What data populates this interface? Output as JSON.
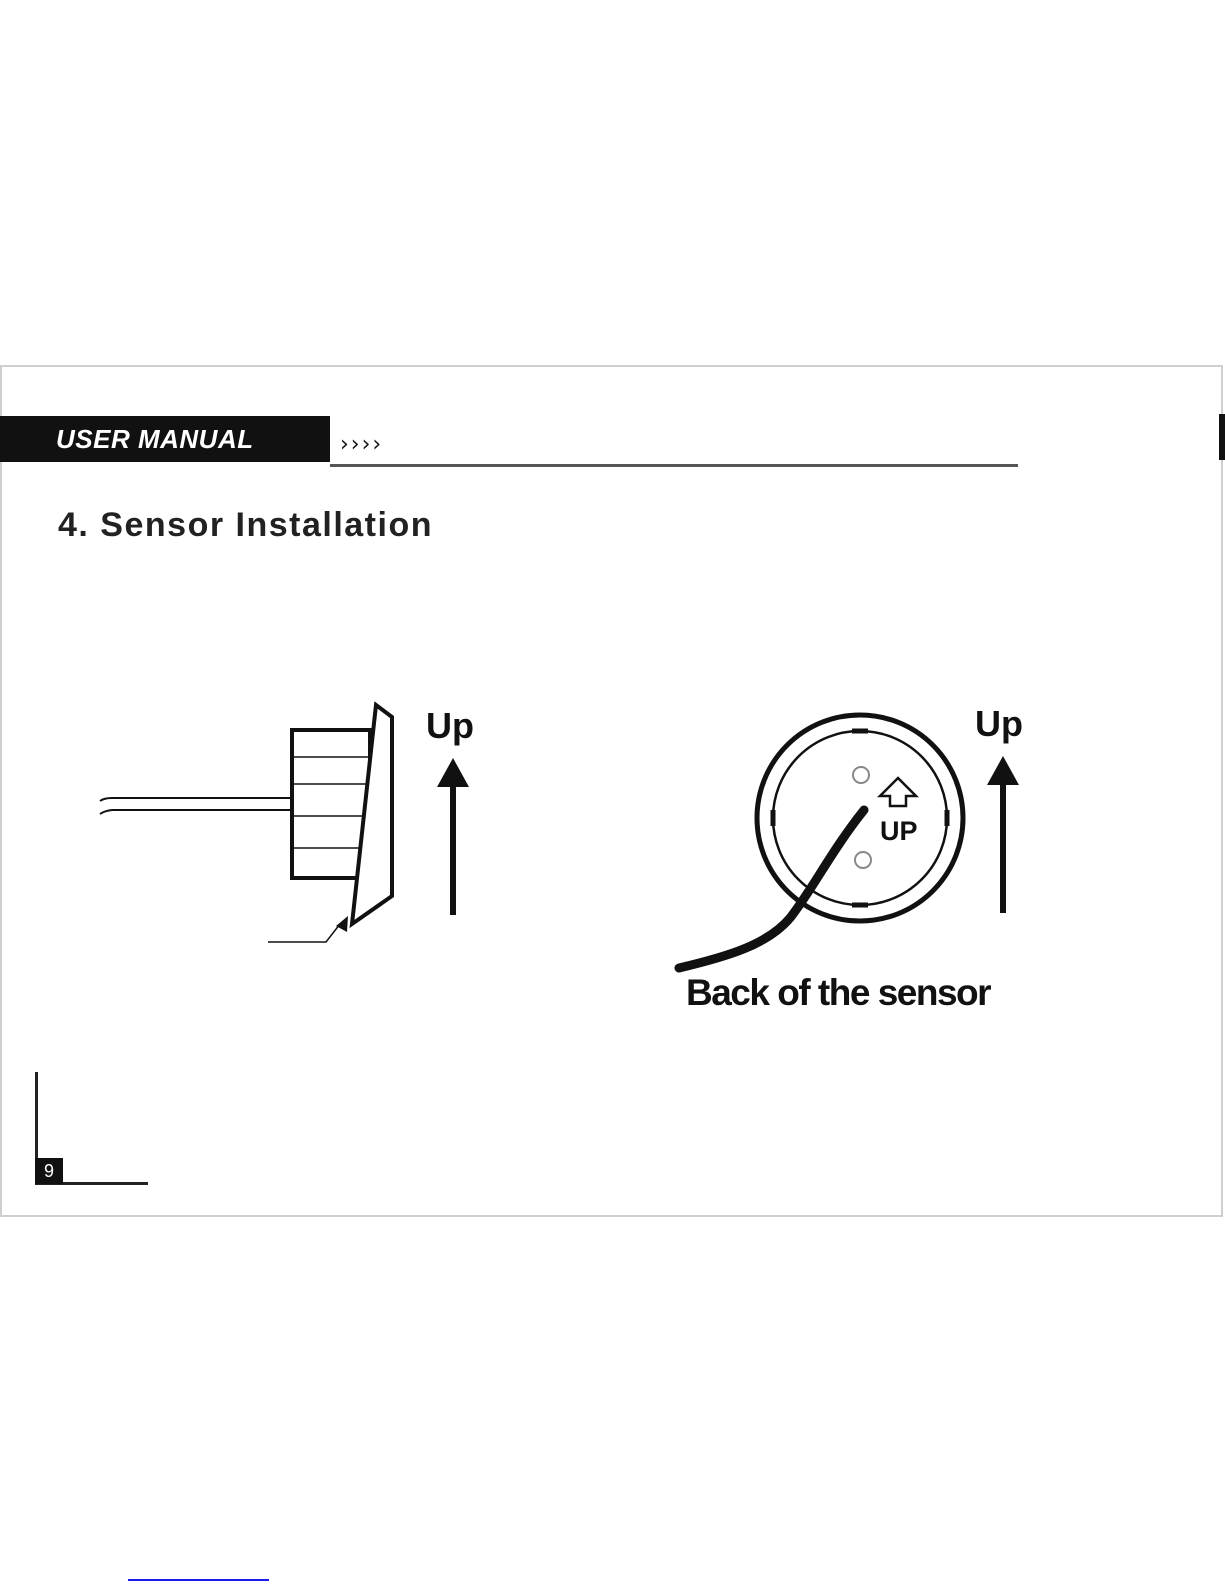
{
  "header": {
    "title": "USER MANUAL",
    "chevrons": "››››"
  },
  "section": {
    "title": "4. Sensor Installation"
  },
  "figures": {
    "side_view": {
      "up_label": "Up"
    },
    "back_view": {
      "up_label": "Up",
      "badge_label": "UP",
      "caption": "Back of the sensor"
    }
  },
  "footer": {
    "page_number": "9"
  },
  "colors": {
    "ink": "#111111",
    "frame": "#cfcfcf",
    "link": "#1a1aee"
  }
}
